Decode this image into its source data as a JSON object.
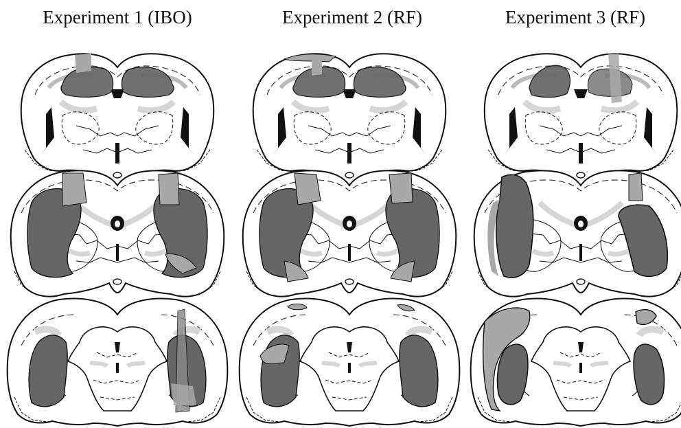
{
  "experiments": [
    {
      "title": "Experiment 1 (IBO)"
    },
    {
      "title": "Experiment 2 (RF)"
    },
    {
      "title": "Experiment 3 (RF)"
    }
  ],
  "colors": {
    "lesion_dark": "#666666",
    "lesion_light": "#a8a8a8",
    "structure_light": "#d6d6d6",
    "outline": "#111111",
    "background": "#ffffff"
  }
}
